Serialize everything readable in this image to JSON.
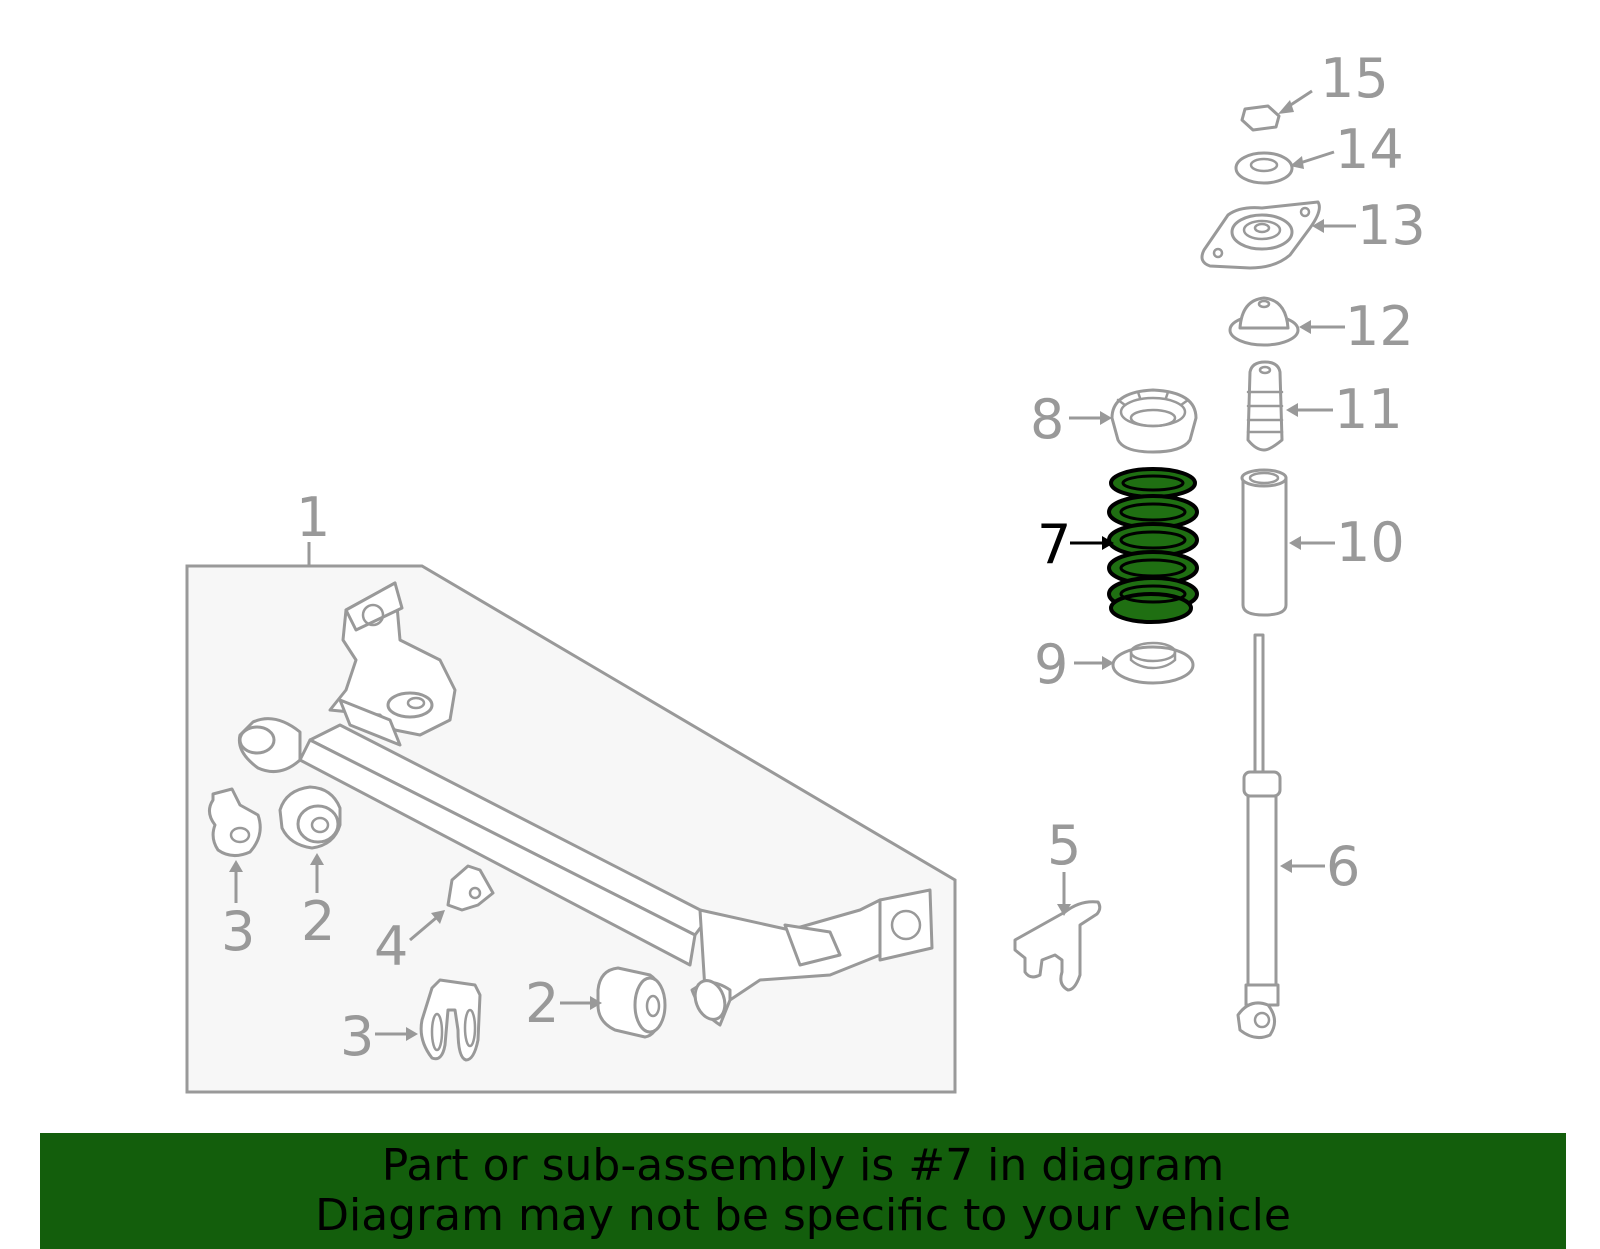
{
  "diagram": {
    "highlight_color": "#1f6f12",
    "line_color": "#999999",
    "callouts": [
      {
        "id": "1",
        "label": "1"
      },
      {
        "id": "2a",
        "label": "2"
      },
      {
        "id": "2b",
        "label": "2"
      },
      {
        "id": "3a",
        "label": "3"
      },
      {
        "id": "3b",
        "label": "3"
      },
      {
        "id": "4",
        "label": "4"
      },
      {
        "id": "5",
        "label": "5"
      },
      {
        "id": "6",
        "label": "6"
      },
      {
        "id": "7",
        "label": "7",
        "highlighted": true
      },
      {
        "id": "8",
        "label": "8"
      },
      {
        "id": "9",
        "label": "9"
      },
      {
        "id": "10",
        "label": "10"
      },
      {
        "id": "11",
        "label": "11"
      },
      {
        "id": "12",
        "label": "12"
      },
      {
        "id": "13",
        "label": "13"
      },
      {
        "id": "14",
        "label": "14"
      },
      {
        "id": "15",
        "label": "15"
      }
    ]
  },
  "banner": {
    "background": "#135e0c",
    "line1": "Part or sub-assembly is #7 in diagram",
    "line2": "Diagram may not be specific to your vehicle"
  }
}
